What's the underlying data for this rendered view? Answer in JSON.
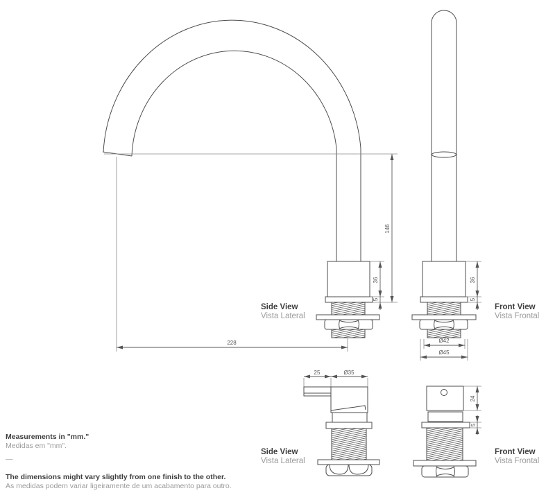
{
  "colors": {
    "background": "#ffffff",
    "line": "#4d4d4d",
    "dimension_text": "#555555",
    "label_dark": "#3f3f3f",
    "label_gray": "#9b9b9b"
  },
  "labels": {
    "side_view_en": "Side View",
    "side_view_pt": "Vista Lateral",
    "front_view_en": "Front View",
    "front_view_pt": "Vista Frontal"
  },
  "dimensions": {
    "main_side": {
      "spout_height": "146",
      "body_height": "36",
      "flange_thickness": "5",
      "reach": "228"
    },
    "main_front": {
      "body_height": "36",
      "flange_thickness": "5",
      "thread_diameter": "Ø42",
      "base_diameter": "Ø45"
    },
    "handle_side": {
      "lever_length": "25",
      "body_diameter": "Ø35"
    },
    "handle_front": {
      "body_height": "24",
      "flange_thickness": "5"
    }
  },
  "notes": {
    "measurements_en": "Measurements in \"mm.\"",
    "measurements_pt": "Medidas em \"mm\".",
    "divider": "—",
    "variance_en": "The dimensions might vary slightly from one finish to the other.",
    "variance_pt": "As medidas podem variar ligeiramente de um acabamento para outro."
  }
}
